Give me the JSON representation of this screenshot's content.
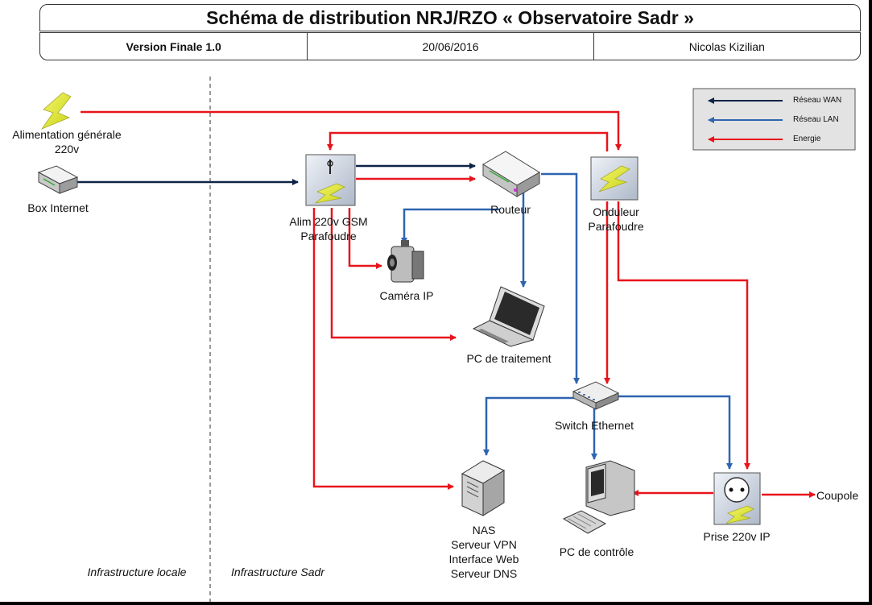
{
  "header": {
    "title": "Schéma de distribution NRJ/RZO « Observatoire Sadr »",
    "version": "Version Finale 1.0",
    "date": "20/06/2016",
    "author": "Nicolas Kizilian"
  },
  "zones": {
    "local": "Infrastructure locale",
    "sadr": "Infrastructure Sadr"
  },
  "legend": {
    "wan": "Réseau WAN",
    "lan": "Réseau LAN",
    "energy": "Energie"
  },
  "nodes": {
    "power_main_line1": "Alimentation générale",
    "power_main_line2": "220v",
    "box_internet": "Box Internet",
    "alim_gsm_line1": "Alim 220v GSM",
    "alim_gsm_line2": "Parafoudre",
    "routeur": "Routeur",
    "onduleur_line1": "Onduleur",
    "onduleur_line2": "Parafoudre",
    "camera": "Caméra IP",
    "pc_traitement": "PC de traitement",
    "switch": "Switch Ethernet",
    "nas_line1": "NAS",
    "nas_line2": "Serveur VPN",
    "nas_line3": "Interface Web",
    "nas_line4": "Serveur DNS",
    "pc_controle": "PC de contrôle",
    "prise": "Prise 220v IP",
    "coupole": "Coupole"
  },
  "colors": {
    "wan": "#0d2447",
    "lan": "#2f64b0",
    "energy": "#e8141b"
  }
}
